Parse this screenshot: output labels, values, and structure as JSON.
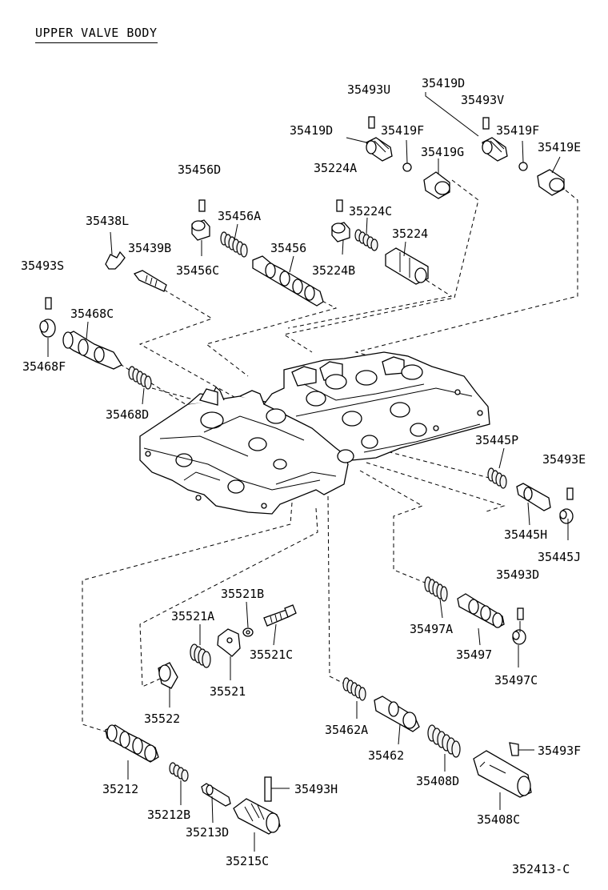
{
  "title": "UPPER VALVE BODY",
  "figure_id": "352413-C",
  "parts": {
    "p35493U": "35493U",
    "p35419D_l": "35419D",
    "p35419F_l": "35419F",
    "p35419D_r": "35419D",
    "p35493V": "35493V",
    "p35419F_r": "35419F",
    "p35419G": "35419G",
    "p35419E": "35419E",
    "p35456D": "35456D",
    "p35224A": "35224A",
    "p35438L": "35438L",
    "p35456A": "35456A",
    "p35224C": "35224C",
    "p35439B": "35439B",
    "p35456": "35456",
    "p35224": "35224",
    "p35456C": "35456C",
    "p35224B": "35224B",
    "p35493S": "35493S",
    "p35468C": "35468C",
    "p35468F": "35468F",
    "p35468D": "35468D",
    "p35445P": "35445P",
    "p35493E": "35493E",
    "p35445H": "35445H",
    "p35445J": "35445J",
    "p35493D": "35493D",
    "p35521B": "35521B",
    "p35521A": "35521A",
    "p35497A": "35497A",
    "p35521C": "35521C",
    "p35497": "35497",
    "p35497C": "35497C",
    "p35521": "35521",
    "p35522": "35522",
    "p35462A": "35462A",
    "p35493F": "35493F",
    "p35462": "35462",
    "p35408D": "35408D",
    "p35212": "35212",
    "p35493H": "35493H",
    "p35212B": "35212B",
    "p35213D": "35213D",
    "p35408C": "35408C",
    "p35215C": "35215C"
  }
}
